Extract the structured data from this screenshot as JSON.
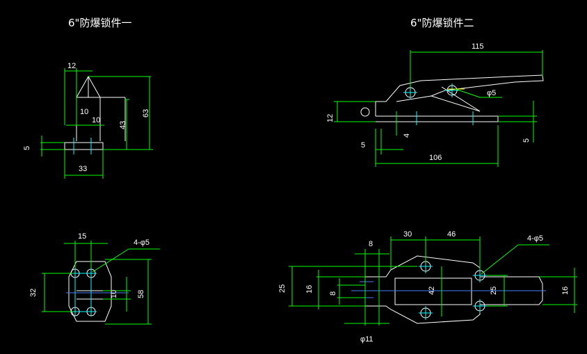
{
  "titles": {
    "left": "6\"防爆锁件一",
    "right": "6\"防爆锁件二"
  },
  "dims_part1_side": {
    "d12": "12",
    "d10a": "10",
    "d10b": "10",
    "d43": "43",
    "d63": "63",
    "d5": "5",
    "d33": "33"
  },
  "dims_part1_top": {
    "d15": "15",
    "holes": "4-φ5",
    "d32": "32",
    "d10": "10",
    "d58": "58"
  },
  "dims_part2_side": {
    "d115": "115",
    "dphi5": "φ5",
    "d12": "12",
    "d4": "4",
    "d5a": "5",
    "d5b": "5",
    "d106": "106"
  },
  "dims_part2_top": {
    "d8": "8",
    "d30": "30",
    "d46": "46",
    "holes": "4-φ5",
    "d25a": "25",
    "d16a": "16",
    "d8b": "8",
    "d42": "42",
    "d25b": "25",
    "d16b": "16",
    "dphi11": "φ11"
  }
}
